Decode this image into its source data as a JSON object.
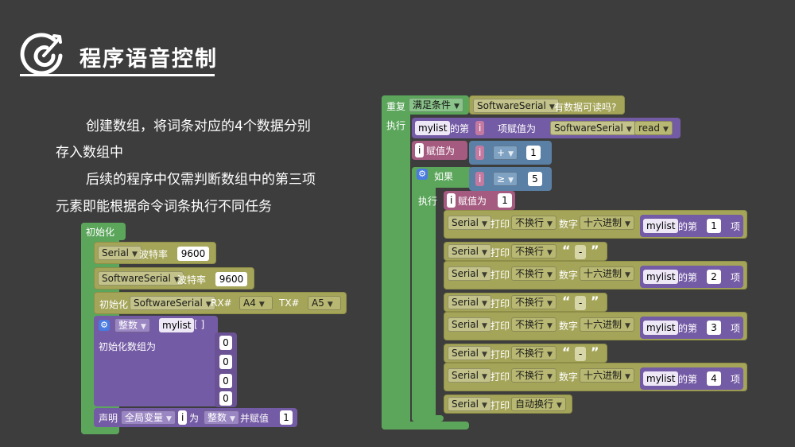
{
  "title": "程序语音控制",
  "description": {
    "line1": "创建数组，将词条对应的4个数据分别",
    "line2": "存入数组中",
    "line3": "后续的程序中仅需判断数组中的第三项",
    "line4": "元素即能根据命令词条执行不同任务"
  },
  "setup": {
    "header": "初始化",
    "serial1": {
      "port": "Serial",
      "label": "波特率",
      "baud": "9600"
    },
    "serial2": {
      "port": "SoftwareSerial",
      "label": "波特率",
      "baud": "9600"
    },
    "softinit": {
      "label": "初始化",
      "port": "SoftwareSerial",
      "rx_label": "RX#",
      "rx": "A4",
      "tx_label": "TX#",
      "tx": "A5"
    },
    "array": {
      "type": "整数",
      "name": "mylist",
      "brackets": "[ ]",
      "init_label": "初始化数组为",
      "values": [
        "0",
        "0",
        "0",
        "0"
      ]
    },
    "global": {
      "declare": "声明",
      "scope": "全局变量",
      "var": "i",
      "as": "为",
      "type": "整数",
      "assign": "并赋值",
      "value": "1"
    }
  },
  "loop": {
    "repeat": "重复",
    "condition": "满足条件",
    "port": "SoftwareSerial",
    "available": "有数据可读吗?",
    "execute": "执行",
    "assign_list": {
      "list": "mylist",
      "of": "的第",
      "var": "i",
      "item_assign": "项赋值为",
      "port": "SoftwareSerial",
      "method": "read"
    },
    "assign_i": {
      "var": "i",
      "assign": "赋值为",
      "var2": "i",
      "op": "+",
      "value": "1"
    },
    "if": {
      "label": "如果",
      "var": "i",
      "op": "≥",
      "value": "5"
    },
    "then": {
      "label": "执行",
      "var": "i",
      "assign": "赋值为",
      "value": "1"
    },
    "prints": [
      {
        "port": "Serial",
        "print": "打印",
        "mode": "不换行",
        "kind": "数字",
        "fmt": "十六进制",
        "list": "mylist",
        "of": "的第",
        "index": "1",
        "item": "项"
      },
      {
        "port": "Serial",
        "print": "打印",
        "mode": "不换行",
        "str": "-"
      },
      {
        "port": "Serial",
        "print": "打印",
        "mode": "不换行",
        "kind": "数字",
        "fmt": "十六进制",
        "list": "mylist",
        "of": "的第",
        "index": "2",
        "item": "项"
      },
      {
        "port": "Serial",
        "print": "打印",
        "mode": "不换行",
        "str": "-"
      },
      {
        "port": "Serial",
        "print": "打印",
        "mode": "不换行",
        "kind": "数字",
        "fmt": "十六进制",
        "list": "mylist",
        "of": "的第",
        "index": "3",
        "item": "项"
      },
      {
        "port": "Serial",
        "print": "打印",
        "mode": "不换行",
        "str": "-"
      },
      {
        "port": "Serial",
        "print": "打印",
        "mode": "不换行",
        "kind": "数字",
        "fmt": "十六进制",
        "list": "mylist",
        "of": "的第",
        "index": "4",
        "item": "项"
      },
      {
        "port": "Serial",
        "print": "打印",
        "mode": "自动换行"
      }
    ]
  },
  "colors": {
    "background": "#3d3d3d",
    "loop_green": "#5ca65c",
    "serial_olive": "#a5a55a",
    "variable_purple": "#745ba5",
    "math_blue": "#5b80a5",
    "var_rose": "#a55b80"
  },
  "icons": {
    "logo": "target-arrow-icon",
    "gear": "gear-icon",
    "dropdown": "triangle-down-icon"
  }
}
